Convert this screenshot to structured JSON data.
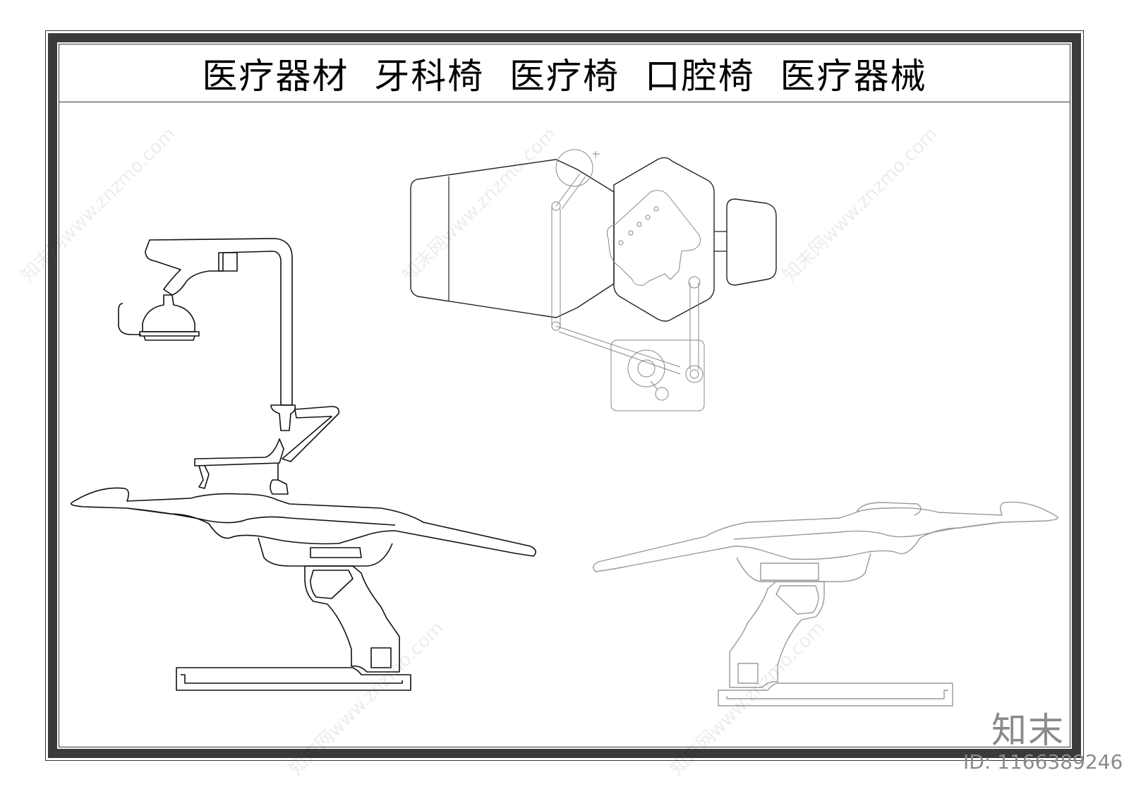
{
  "title": "医疗器材  牙科椅  医疗椅  口腔椅  医疗器械",
  "watermark": {
    "logo": "知末",
    "id": "ID: 1166389246",
    "repeat_text": "知末网www.znzmo.com"
  },
  "colors": {
    "frame": "#3a3a3a",
    "line": "#111111",
    "faded_line": "#9a9a9a",
    "watermark": "#8a8a8a"
  }
}
